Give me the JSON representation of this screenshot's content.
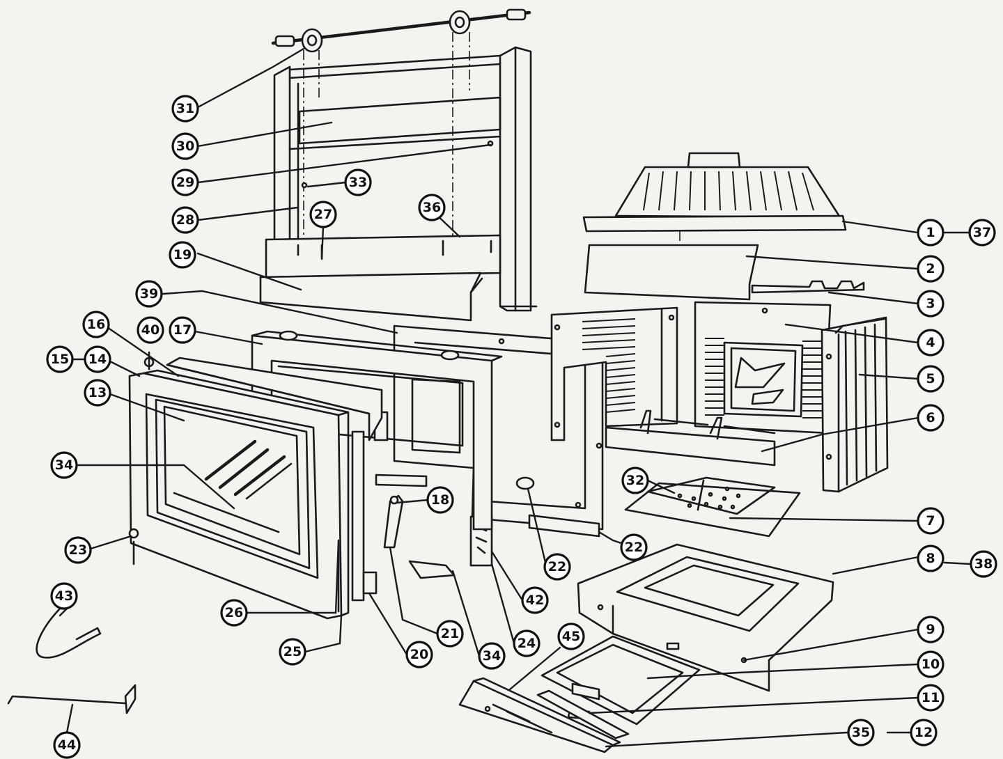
{
  "diagram": {
    "type": "exploded-parts-diagram",
    "colors": {
      "ink": "#1a1a1a",
      "paper": "#f4f3ef",
      "callout_fill": "#ffffff"
    },
    "callouts": [
      {
        "id": "c31",
        "label": "31"
      },
      {
        "id": "c30",
        "label": "30"
      },
      {
        "id": "c29",
        "label": "29"
      },
      {
        "id": "c33",
        "label": "33"
      },
      {
        "id": "c28",
        "label": "28"
      },
      {
        "id": "c27",
        "label": "27"
      },
      {
        "id": "c36",
        "label": "36"
      },
      {
        "id": "c19",
        "label": "19"
      },
      {
        "id": "c39",
        "label": "39"
      },
      {
        "id": "c16",
        "label": "16"
      },
      {
        "id": "c40",
        "label": "40"
      },
      {
        "id": "c17",
        "label": "17"
      },
      {
        "id": "c15",
        "label": "15"
      },
      {
        "id": "c14",
        "label": "14"
      },
      {
        "id": "c13",
        "label": "13"
      },
      {
        "id": "c34a",
        "label": "34"
      },
      {
        "id": "c18",
        "label": "18"
      },
      {
        "id": "c23",
        "label": "23"
      },
      {
        "id": "c22a",
        "label": "22"
      },
      {
        "id": "c22b",
        "label": "22"
      },
      {
        "id": "c26",
        "label": "26"
      },
      {
        "id": "c42",
        "label": "42"
      },
      {
        "id": "c21",
        "label": "21"
      },
      {
        "id": "c24",
        "label": "24"
      },
      {
        "id": "c34b",
        "label": "34"
      },
      {
        "id": "c20",
        "label": "20"
      },
      {
        "id": "c25",
        "label": "25"
      },
      {
        "id": "c45",
        "label": "45"
      },
      {
        "id": "c43",
        "label": "43"
      },
      {
        "id": "c44",
        "label": "44"
      },
      {
        "id": "c1",
        "label": "1"
      },
      {
        "id": "c37",
        "label": "37"
      },
      {
        "id": "c2",
        "label": "2"
      },
      {
        "id": "c3",
        "label": "3"
      },
      {
        "id": "c4",
        "label": "4"
      },
      {
        "id": "c5",
        "label": "5"
      },
      {
        "id": "c6",
        "label": "6"
      },
      {
        "id": "c32",
        "label": "32"
      },
      {
        "id": "c7",
        "label": "7"
      },
      {
        "id": "c8",
        "label": "8"
      },
      {
        "id": "c38",
        "label": "38"
      },
      {
        "id": "c9",
        "label": "9"
      },
      {
        "id": "c10",
        "label": "10"
      },
      {
        "id": "c11",
        "label": "11"
      },
      {
        "id": "c35",
        "label": "35"
      },
      {
        "id": "c12",
        "label": "12"
      }
    ]
  }
}
